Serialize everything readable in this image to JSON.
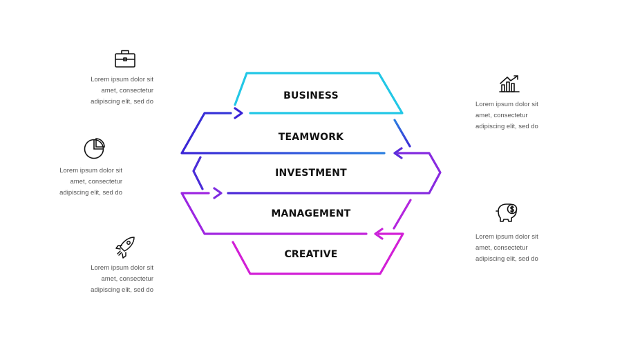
{
  "stages": [
    {
      "label": "BUSINESS"
    },
    {
      "label": "TEAMWORK"
    },
    {
      "label": "INVESTMENT"
    },
    {
      "label": "MANAGEMENT"
    },
    {
      "label": "CREATIVE"
    }
  ],
  "descriptions": {
    "left_top": [
      "Lorem ipsum dolor sit",
      "amet, consectetur",
      "adipiscing elit, sed do"
    ],
    "left_middle": [
      "Lorem ipsum dolor sit",
      "amet, consectetur",
      "adipiscing elit, sed do"
    ],
    "left_bottom": [
      "Lorem ipsum dolor sit",
      "amet, consectetur",
      "adipiscing elit, sed do"
    ],
    "right_top": [
      "Lorem ipsum dolor sit",
      "amet, consectetur",
      "adipiscing elit, sed do"
    ],
    "right_bottom": [
      "Lorem ipsum dolor sit",
      "amet, consectetur",
      "adipiscing elit, sed do"
    ]
  },
  "icons": {
    "left_top": "briefcase-icon",
    "left_middle": "pie-chart-icon",
    "left_bottom": "rocket-icon",
    "right_top": "growth-chart-icon",
    "right_bottom": "piggy-bank-icon"
  },
  "colors": {
    "cyan": "#22c7e6",
    "blue": "#2f40d6",
    "indigo": "#4a32d8",
    "purple": "#7b2ee0",
    "violet": "#a526e0",
    "magenta": "#d21fd6"
  }
}
